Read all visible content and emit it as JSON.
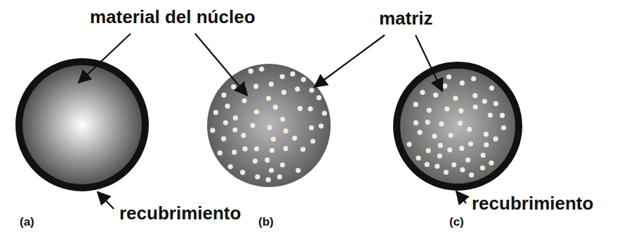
{
  "diagram": {
    "labels": [
      "material del núcleo",
      "matriz",
      "recubrimiento",
      "recubrimiento",
      "(a)",
      "(b)",
      "(c)"
    ]
  }
}
